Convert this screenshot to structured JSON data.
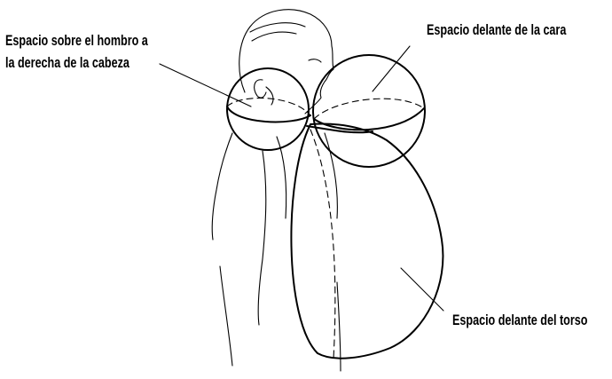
{
  "labels": {
    "shoulder_line1": "Espacio sobre el hombro a",
    "shoulder_line2": "la derecha de la cabeza",
    "face": "Espacio delante de la cara",
    "torso": "Espacio delante del torso"
  },
  "colors": {
    "ink": "#000000",
    "background": "#ffffff"
  }
}
